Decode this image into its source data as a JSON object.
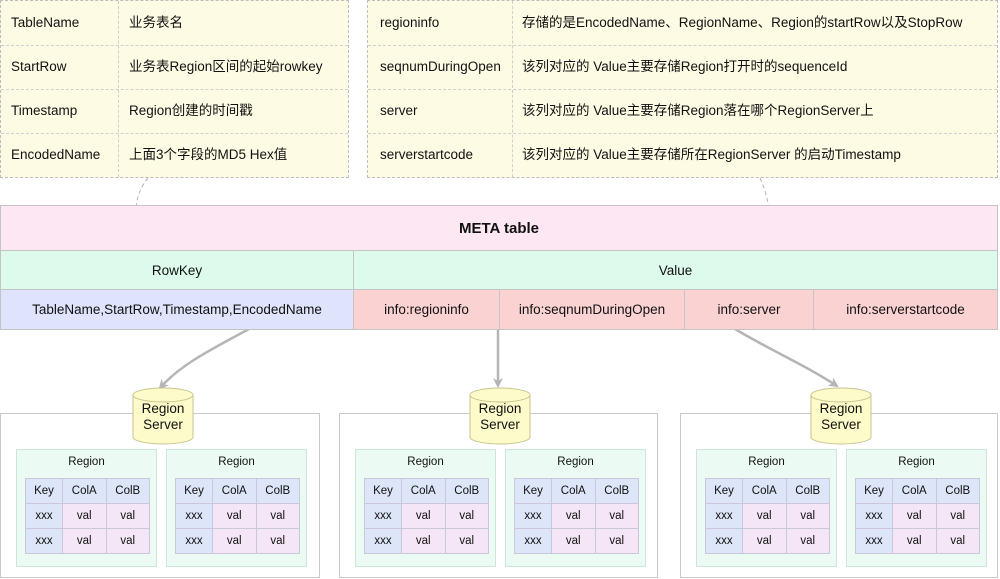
{
  "rowkey_notes": {
    "rows": [
      {
        "field": "TableName",
        "desc": "业务表名"
      },
      {
        "field": "StartRow",
        "desc": "业务表Region区间的起始rowkey"
      },
      {
        "field": "Timestamp",
        "desc": "Region创建的时间戳"
      },
      {
        "field": "EncodedName",
        "desc": "上面3个字段的MD5 Hex值"
      }
    ]
  },
  "value_notes": {
    "rows": [
      {
        "field": "regioninfo",
        "desc": "存储的是EncodedName、RegionName、Region的startRow以及StopRow"
      },
      {
        "field": "seqnumDuringOpen",
        "desc": "该列对应的 Value主要存储Region打开时的sequenceId"
      },
      {
        "field": "server",
        "desc": "该列对应的 Value主要存储Region落在哪个RegionServer上"
      },
      {
        "field": "serverstartcode",
        "desc": "该列对应的 Value主要存储所在RegionServer 的启动Timestamp"
      }
    ]
  },
  "meta_table": {
    "title": "META table",
    "rowkey_header": "RowKey",
    "value_header": "Value",
    "rowkey_value": "TableName,StartRow,Timestamp,EncodedName",
    "value_columns": [
      "info:regioninfo",
      "info:seqnumDuringOpen",
      "info:server",
      "info:serverstartcode"
    ]
  },
  "region_servers": [
    {
      "label_line1": "Region",
      "label_line2": "Server",
      "regions": [
        {
          "title": "Region",
          "headers": [
            "Key",
            "ColA",
            "ColB"
          ],
          "rows": [
            [
              "xxx",
              "val",
              "val"
            ],
            [
              "xxx",
              "val",
              "val"
            ]
          ]
        },
        {
          "title": "Region",
          "headers": [
            "Key",
            "ColA",
            "ColB"
          ],
          "rows": [
            [
              "xxx",
              "val",
              "val"
            ],
            [
              "xxx",
              "val",
              "val"
            ]
          ]
        }
      ]
    },
    {
      "label_line1": "Region",
      "label_line2": "Server",
      "regions": [
        {
          "title": "Region",
          "headers": [
            "Key",
            "ColA",
            "ColB"
          ],
          "rows": [
            [
              "xxx",
              "val",
              "val"
            ],
            [
              "xxx",
              "val",
              "val"
            ]
          ]
        },
        {
          "title": "Region",
          "headers": [
            "Key",
            "ColA",
            "ColB"
          ],
          "rows": [
            [
              "xxx",
              "val",
              "val"
            ],
            [
              "xxx",
              "val",
              "val"
            ]
          ]
        }
      ]
    },
    {
      "label_line1": "Region",
      "label_line2": "Server",
      "regions": [
        {
          "title": "Region",
          "headers": [
            "Key",
            "ColA",
            "ColB"
          ],
          "rows": [
            [
              "xxx",
              "val",
              "val"
            ],
            [
              "xxx",
              "val",
              "val"
            ]
          ]
        },
        {
          "title": "Region",
          "headers": [
            "Key",
            "ColA",
            "ColB"
          ],
          "rows": [
            [
              "xxx",
              "val",
              "val"
            ],
            [
              "xxx",
              "val",
              "val"
            ]
          ]
        }
      ]
    }
  ],
  "colors": {
    "note_bg": "#fefbe4",
    "meta_title_bg": "#fde7f3",
    "meta_header_bg": "#dcfbec",
    "rowkey_bg": "#dfe3fb",
    "value_col_bg": "#fbd2d2",
    "region_bg": "#ebfbf3",
    "cylinder_fill": "#fdfbc9"
  }
}
